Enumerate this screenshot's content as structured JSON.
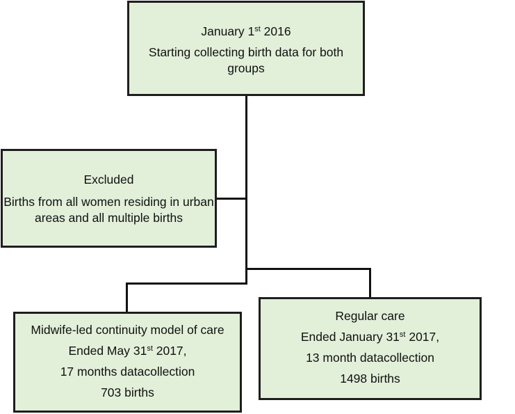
{
  "top_box": {
    "date_prefix": "January 1",
    "date_sup": "st",
    "date_suffix": " 2016",
    "text": "Starting collecting birth data for both groups"
  },
  "excluded_box": {
    "title": "Excluded",
    "text": "Births from all women residing in urban areas and all multiple births"
  },
  "midwife_box": {
    "title": "Midwife-led continuity model of care",
    "ended_prefix": "Ended May 31",
    "ended_sup": "st",
    "ended_suffix": " 2017,",
    "duration": "17 months datacollection",
    "births": "703 births"
  },
  "regular_box": {
    "title": "Regular care",
    "ended_prefix": "Ended January 31",
    "ended_sup": "st",
    "ended_suffix": " 2017,",
    "duration": "13 month datacollection",
    "births": "1498 births"
  },
  "colors": {
    "box_fill": "#e2efd9",
    "box_border": "#1e1e1e",
    "connector": "#111111"
  }
}
